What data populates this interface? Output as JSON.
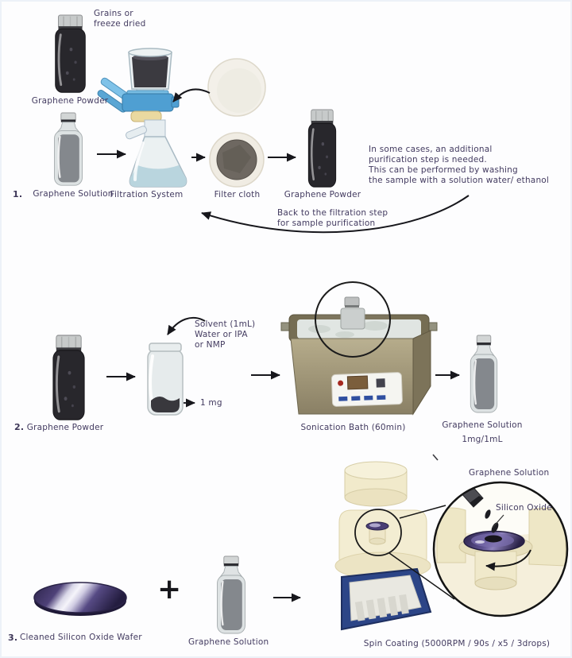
{
  "step1": {
    "number": "1.",
    "grains_note": [
      "Grains or",
      "freeze dried"
    ],
    "powder_vial_label": "Graphene Powder",
    "solution_label": "Graphene Solution",
    "filtration_label": "Filtration System",
    "filter_cloth_label": "Filter cloth",
    "powder_result_label": "Graphene Powder",
    "purification_note": [
      "In some cases, an additional",
      "purification step is needed.",
      "This can be performed by washing",
      "the sample with a solution water/ ethanol"
    ],
    "back_note": [
      "Back to the filtration step",
      "for sample purification"
    ]
  },
  "step2": {
    "number": "2.",
    "powder_label": "Graphene Powder",
    "solvent_note": [
      "Solvent (1mL)",
      "Water or IPA",
      "or NMP"
    ],
    "amount_label": "1 mg",
    "bath_label": "Sonication Bath (60min)",
    "solution_label": "Graphene Solution",
    "solution_concentration": "1mg/1mL"
  },
  "step3": {
    "number": "3.",
    "wafer_label": "Cleaned Silicon Oxide Wafer",
    "plus_sign": "+",
    "solution_label": "Graphene Solution",
    "inset_solution_label": "Graphene Solution",
    "inset_wafer_label": "Silicon Oxide",
    "caption": "Spin Coating (5000RPM / 90s / x5 / 3drops)"
  },
  "colors": {
    "text": "#433b60",
    "arrow": "#17171c",
    "clamp_blue": "#4f9fd2",
    "bath_olive": "#a79d7d",
    "wafer_purple": "#4a3f75",
    "tray_blue": "#2c4587",
    "machine_cream": "#f3edd2"
  }
}
